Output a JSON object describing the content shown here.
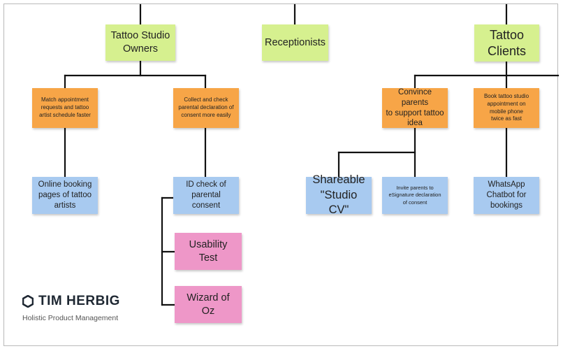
{
  "nodes": {
    "tattoo_studio_owners": "Tattoo Studio\nOwners",
    "receptionists": "Receptionists",
    "tattoo_clients": "Tattoo\nClients",
    "match_appointment": "Match appointment\nrequests and tattoo\nartist schedule faster",
    "collect_check_consent": "Collect and check\nparental declaration of\nconsent more easily",
    "convince_parents": "Convince parents\nto support tattoo\nidea",
    "book_mobile": "Book tattoo studio\nappointment on\nmobile phone\ntwice as fast",
    "online_booking_pages": "Online booking\npages of tattoo\nartists",
    "id_check": "ID check of\nparental consent",
    "shareable_cv": "Shareable\n\"Studio CV\"",
    "invite_parents": "Invite parents to\neSignature declaration\nof consent",
    "whatsapp_chatbot": "WhatsApp\nChatbot for\nbookings",
    "usability_test": "Usability\nTest",
    "wizard_of_oz": "Wizard of\nOz"
  },
  "brand": {
    "logo_icon": "hexagon-icon",
    "name": "TIM HERBIG",
    "tagline": "Holistic Product Management",
    "color": "#1e2732"
  },
  "colors": {
    "segment": "#d6f08f",
    "outcome": "#f7a547",
    "opportunity": "#a8caf0",
    "experiment": "#ee97c8"
  }
}
